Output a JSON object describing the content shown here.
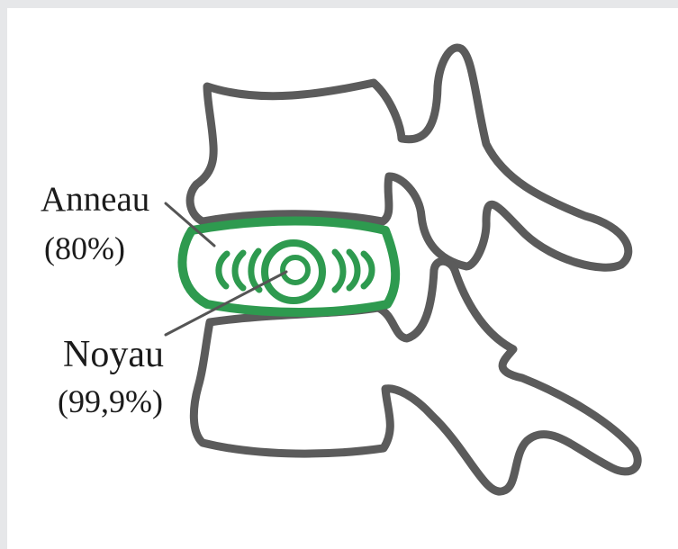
{
  "labels": {
    "annulus": {
      "name": "Anneau",
      "percent": "(80%)"
    },
    "nucleus": {
      "name": "Noyau",
      "percent": "(99,9%)"
    }
  },
  "colors": {
    "bone_outline": "#5b5b5b",
    "disc": "#2e9a4f",
    "leader_line": "#555555",
    "text": "#1b1b1b",
    "background": "#ffffff"
  }
}
